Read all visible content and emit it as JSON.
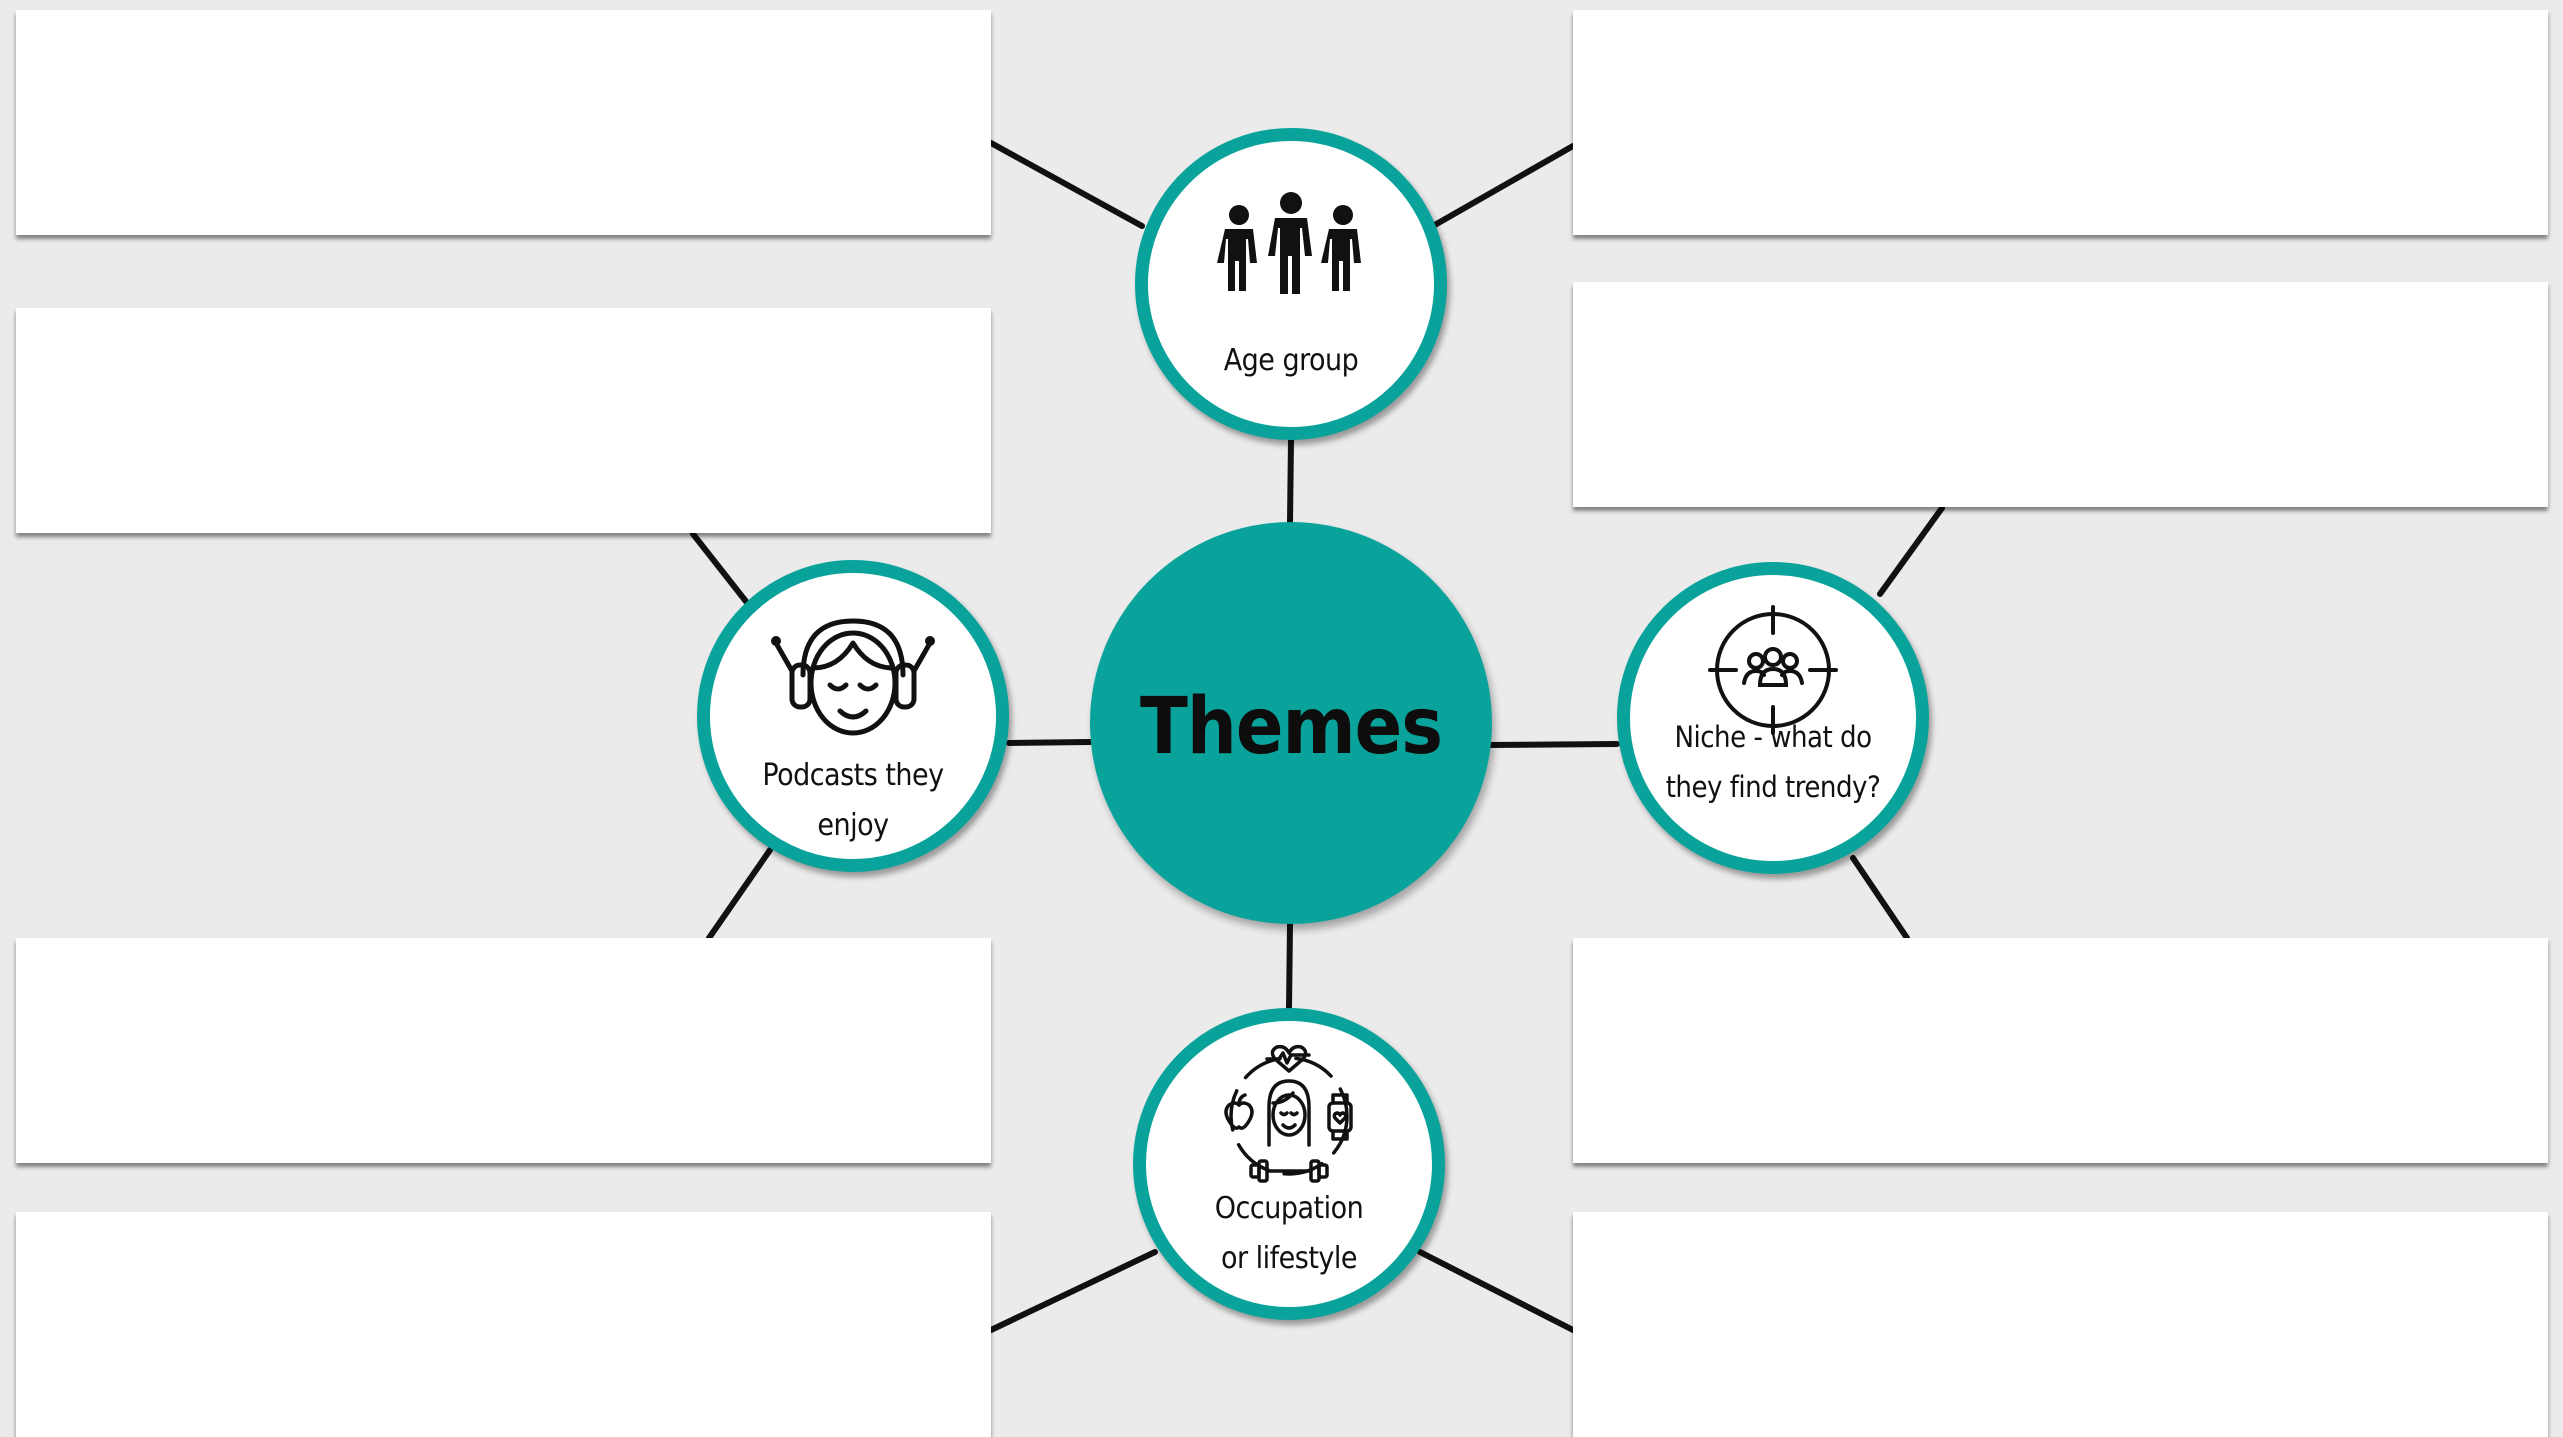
{
  "center": {
    "title": "Themes"
  },
  "themes": [
    {
      "id": "age",
      "label": "Age group",
      "icon": "family-group-icon"
    },
    {
      "id": "podcast",
      "label": "Podcasts they\nenjoy",
      "icon": "headphones-person-icon"
    },
    {
      "id": "niche",
      "label": "Niche - what do\nthey find trendy?",
      "icon": "target-group-icon"
    },
    {
      "id": "occupation",
      "label": "Occupation\nor lifestyle",
      "icon": "healthy-lifestyle-icon"
    }
  ],
  "notes": [
    "",
    "",
    "",
    "",
    "",
    "",
    "",
    ""
  ],
  "colors": {
    "accent": "#0aa39b",
    "background": "#ebebeb",
    "note": "#ffffff",
    "line": "#111111"
  }
}
